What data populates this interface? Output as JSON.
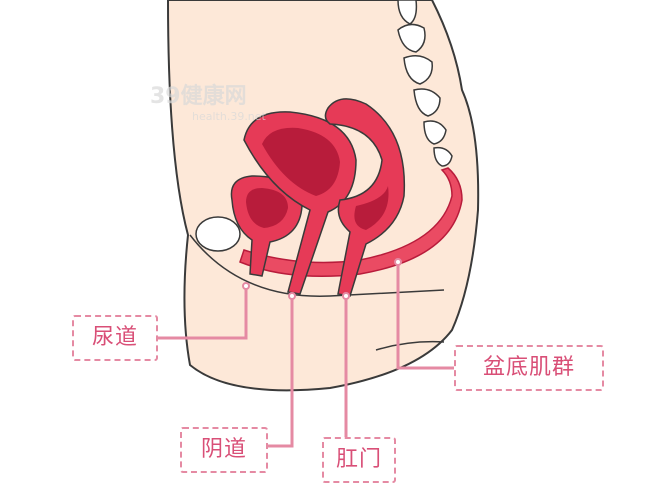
{
  "labels": {
    "urethra": "尿道",
    "vagina": "阴道",
    "anus": "肛门",
    "pelvic_floor": "盆底肌群"
  },
  "watermark": {
    "brand": "39健康网",
    "domain": "health.39.net"
  },
  "colors": {
    "skin": "#fde8d8",
    "outline": "#3a3a3a",
    "organ_red": "#e63a57",
    "organ_dark": "#b81c3b",
    "organ_light": "#f7909f",
    "muscle": "#ea4b63",
    "leader_pink": "#e58aa3",
    "label_text": "#d94f77"
  },
  "icons": [
    "spine-icon",
    "bladder-icon",
    "uterus-icon",
    "rectum-icon"
  ]
}
